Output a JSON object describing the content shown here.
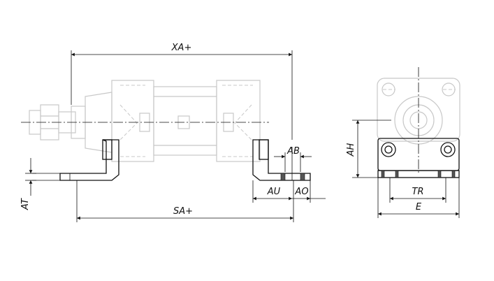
{
  "labels": {
    "xa": "XA+",
    "sa": "SA+",
    "ab": "AB",
    "au": "AU",
    "ao": "AO",
    "at": "AT",
    "ah": "AH",
    "tr": "TR",
    "e": "E"
  },
  "colors": {
    "line": "#111111",
    "ghost": "#c8c8c8",
    "background": "#ffffff"
  }
}
